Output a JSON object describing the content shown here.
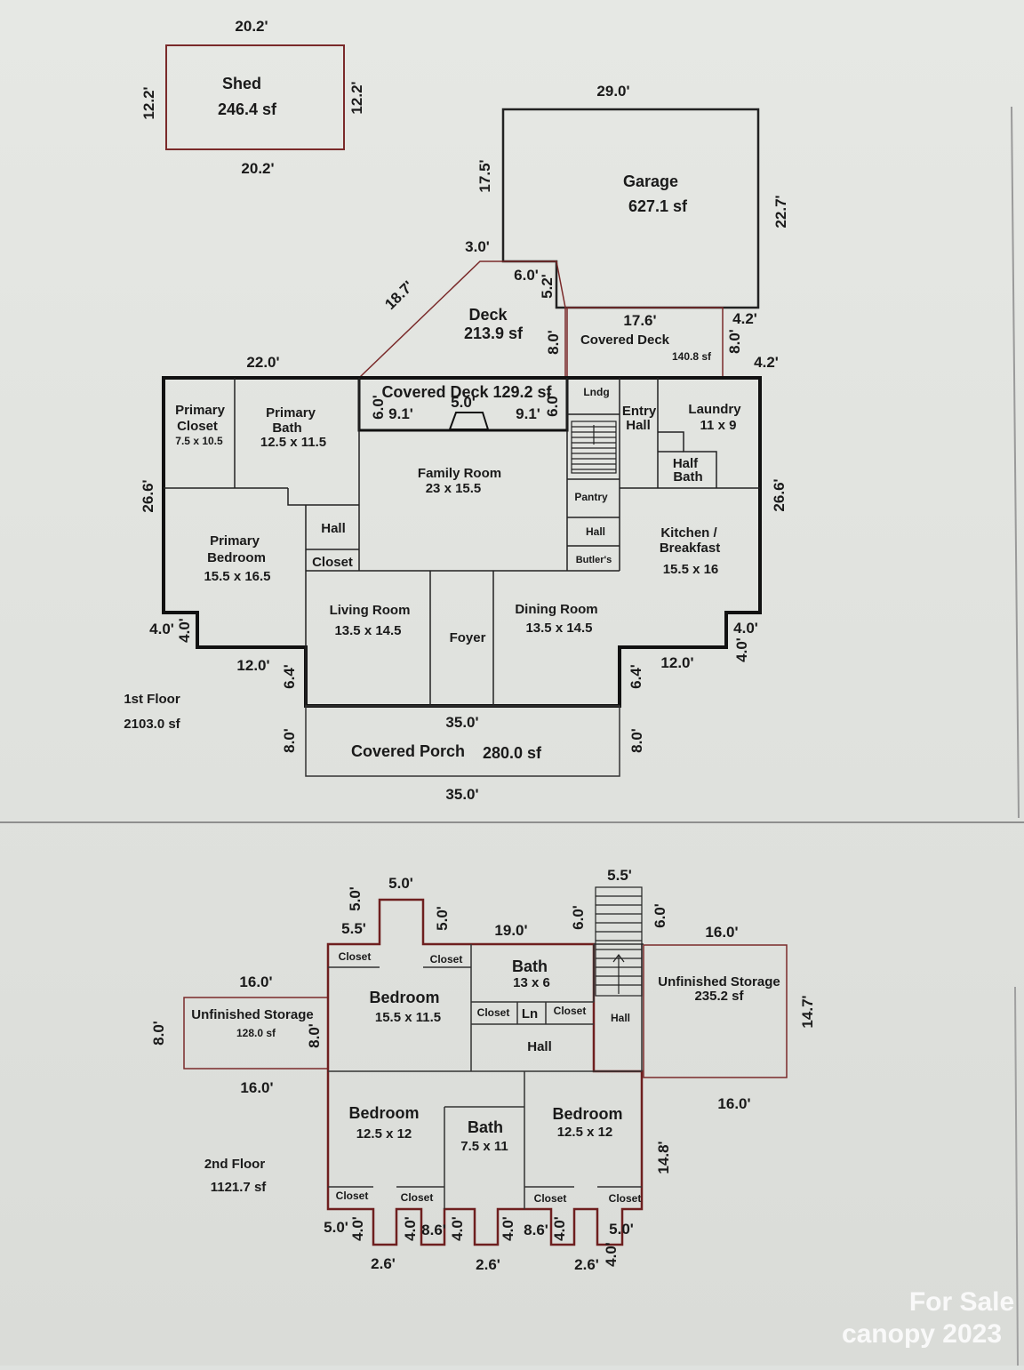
{
  "floor1": {
    "shed": {
      "name": "Shed",
      "area": "246.4 sf",
      "w_top": "20.2'",
      "w_bottom": "20.2'",
      "h_left": "12.2'",
      "h_right": "12.2'"
    },
    "garage": {
      "name": "Garage",
      "area": "627.1 sf",
      "w": "29.0'",
      "h_left": "17.5'",
      "h_right": "22.7'",
      "seg_a": "3.0'",
      "seg_b": "6.0'",
      "seg_c": "5.2'"
    },
    "deck": {
      "name": "Deck",
      "area": "213.9 sf",
      "diag": "18.7'",
      "h": "8.0'"
    },
    "covered_deck_right": {
      "name": "Covered Deck",
      "area": "140.8 sf",
      "w": "17.6'",
      "h": "8.0'",
      "a": "4.2'",
      "b": "4.2'"
    },
    "covered_deck_back": {
      "label": "Covered Deck 129.2 sf",
      "a": "6.0'",
      "b": "5.0'",
      "c": "9.1'",
      "d": "9.1'",
      "e": "6.0'"
    },
    "rooms": {
      "primary_closet": {
        "name1": "Primary",
        "name2": "Closet",
        "size": "7.5 x 10.5"
      },
      "primary_bath": {
        "name1": "Primary",
        "name2": "Bath",
        "size": "12.5 x 11.5"
      },
      "primary_bedroom": {
        "name1": "Primary",
        "name2": "Bedroom",
        "size": "15.5 x 16.5"
      },
      "hall": "Hall",
      "closet": "Closet",
      "family_room": {
        "name": "Family Room",
        "size": "23 x 15.5"
      },
      "lndg": "Lndg",
      "entry_hall": {
        "name1": "Entry",
        "name2": "Hall"
      },
      "laundry": {
        "name": "Laundry",
        "size": "11 x 9"
      },
      "half_bath": {
        "name1": "Half",
        "name2": "Bath"
      },
      "pantry": "Pantry",
      "hall2": "Hall",
      "butlers": "Butler's",
      "kitchen": {
        "name1": "Kitchen /",
        "name2": "Breakfast",
        "size": "15.5 x 16"
      },
      "living_room": {
        "name": "Living Room",
        "size": "13.5 x 14.5"
      },
      "foyer": "Foyer",
      "dining_room": {
        "name": "Dining Room",
        "size": "13.5 x 14.5"
      }
    },
    "dims": {
      "top_left": "22.0'",
      "left_h": "26.6'",
      "right_h": "26.6'",
      "bl_a": "4.0'",
      "bl_b": "4.0'",
      "bl_c": "12.0'",
      "bl_d": "6.4'",
      "br_a": "4.0'",
      "br_b": "4.0'",
      "br_c": "12.0'",
      "br_d": "6.4'",
      "porch_top": "35.0'",
      "porch_bottom": "35.0'",
      "porch_h_l": "8.0'",
      "porch_h_r": "8.0'"
    },
    "porch": {
      "name": "Covered Porch",
      "area": "280.0 sf"
    },
    "label": "1st Floor",
    "total": "2103.0 sf"
  },
  "floor2": {
    "label": "2nd Floor",
    "total": "1121.7 sf",
    "storage_left": {
      "name": "Unfinished Storage",
      "area": "128.0 sf",
      "w_top": "16.0'",
      "w_bottom": "16.0'",
      "h_l": "8.0'",
      "h_r": "8.0'"
    },
    "storage_right": {
      "name": "Unfinished Storage",
      "area": "235.2 sf",
      "w_top": "16.0'",
      "w_bottom": "16.0'",
      "h": "14.7'"
    },
    "bedroom_top": {
      "name": "Bedroom",
      "size": "15.5 x 11.5"
    },
    "bath_top": {
      "name": "Bath",
      "size": "13 x 6"
    },
    "bedroom_bl": {
      "name": "Bedroom",
      "size": "12.5 x 12"
    },
    "bath_mid": {
      "name": "Bath",
      "size": "7.5 x 11"
    },
    "bedroom_br": {
      "name": "Bedroom",
      "size": "12.5 x 12"
    },
    "closet": "Closet",
    "ln": "Ln",
    "hall": "Hall",
    "dims": {
      "nook_w": "5.0'",
      "nook_h_l": "5.0'",
      "nook_h_r": "5.0'",
      "left_top": "5.5'",
      "mid_top": "19.0'",
      "stair_w": "5.5'",
      "stair_h_l": "6.0'",
      "stair_h_r": "6.0'",
      "right_h": "14.8'",
      "b1": "5.0'",
      "b2": "4.0'",
      "b3": "4.0'",
      "b4": "8.6'",
      "b5": "4.0'",
      "b6": "4.0'",
      "b7": "8.6'",
      "b8": "4.0'",
      "b9": "5.0'",
      "b10": "4.0'",
      "p1": "2.6'",
      "p2": "2.6'",
      "p3": "2.6'"
    }
  },
  "watermark": {
    "line1": "For Sale",
    "line2": "canopy 2023"
  }
}
